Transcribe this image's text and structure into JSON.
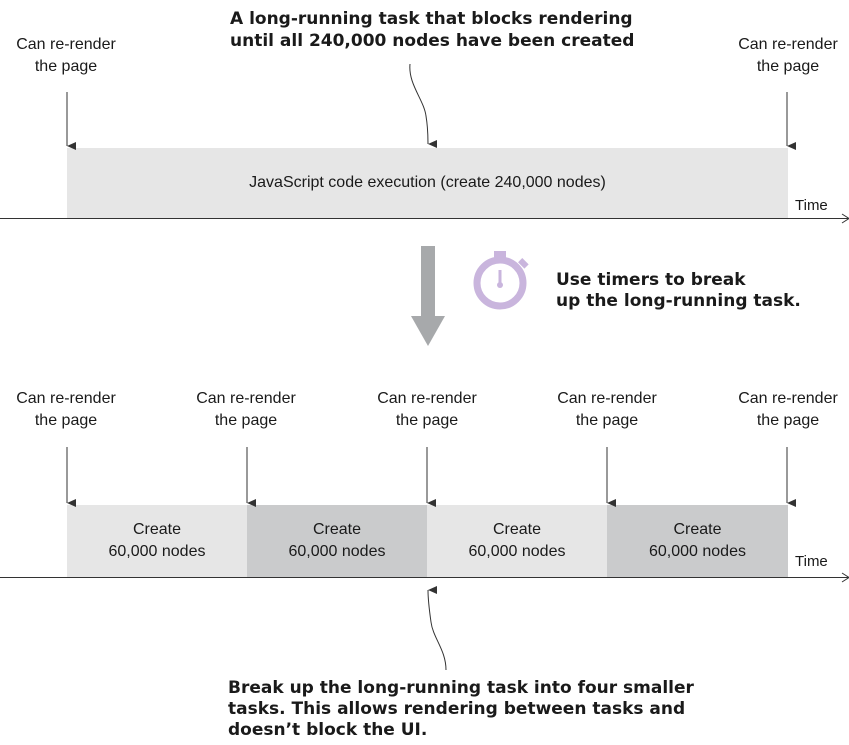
{
  "top_annotation": "A long-running task that blocks rendering\nuntil all 240,000 nodes have been created",
  "render_label": "Can re-render\nthe page",
  "top_block": "JavaScript code execution (create 240,000 nodes)",
  "time_label": "Time",
  "timer_note": "Use timers to break\nup the long-running task.",
  "chunk_label": "Create\n60,000 nodes",
  "bottom_annotation": "Break up the long-running task into four smaller\ntasks. This allows rendering between tasks and\ndoesn’t block the UI.",
  "colors": {
    "block_light": "#e6e6e6",
    "block_dark": "#cacbcc",
    "arrow_gray": "#a7a9ab",
    "timer_purple": "#c9b5dd",
    "line": "#333333"
  }
}
